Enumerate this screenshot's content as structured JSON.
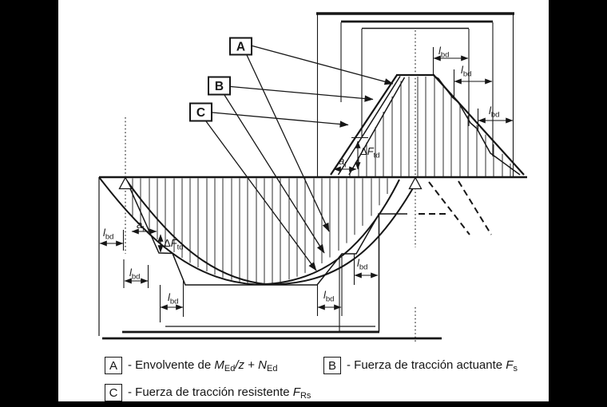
{
  "figure": {
    "background": "#ffffff",
    "line_color": "#161616",
    "frame_color": "#000000",
    "callouts": {
      "a": "A",
      "b": "B",
      "c": "C"
    },
    "labels": {
      "lbd": {
        "main": "l",
        "sub": "bd"
      },
      "al": {
        "main": "a",
        "sub": "l"
      },
      "dftd": {
        "delta": "Δ",
        "main": "F",
        "sub": "td"
      }
    },
    "legend": {
      "a": {
        "key": "A",
        "prefix": "- Envolvente de ",
        "m": "M",
        "m_sub": "Ed",
        "slash": "/",
        "z": "z",
        "plus": " + ",
        "n": "N",
        "n_sub": "Ed"
      },
      "b": {
        "key": "B",
        "prefix": "- Fuerza de tracción actuante ",
        "f": "F",
        "f_sub": "s"
      },
      "c": {
        "key": "C",
        "prefix": "- Fuerza de tracción resistente ",
        "f": "F",
        "f_sub": "Rs"
      }
    }
  }
}
